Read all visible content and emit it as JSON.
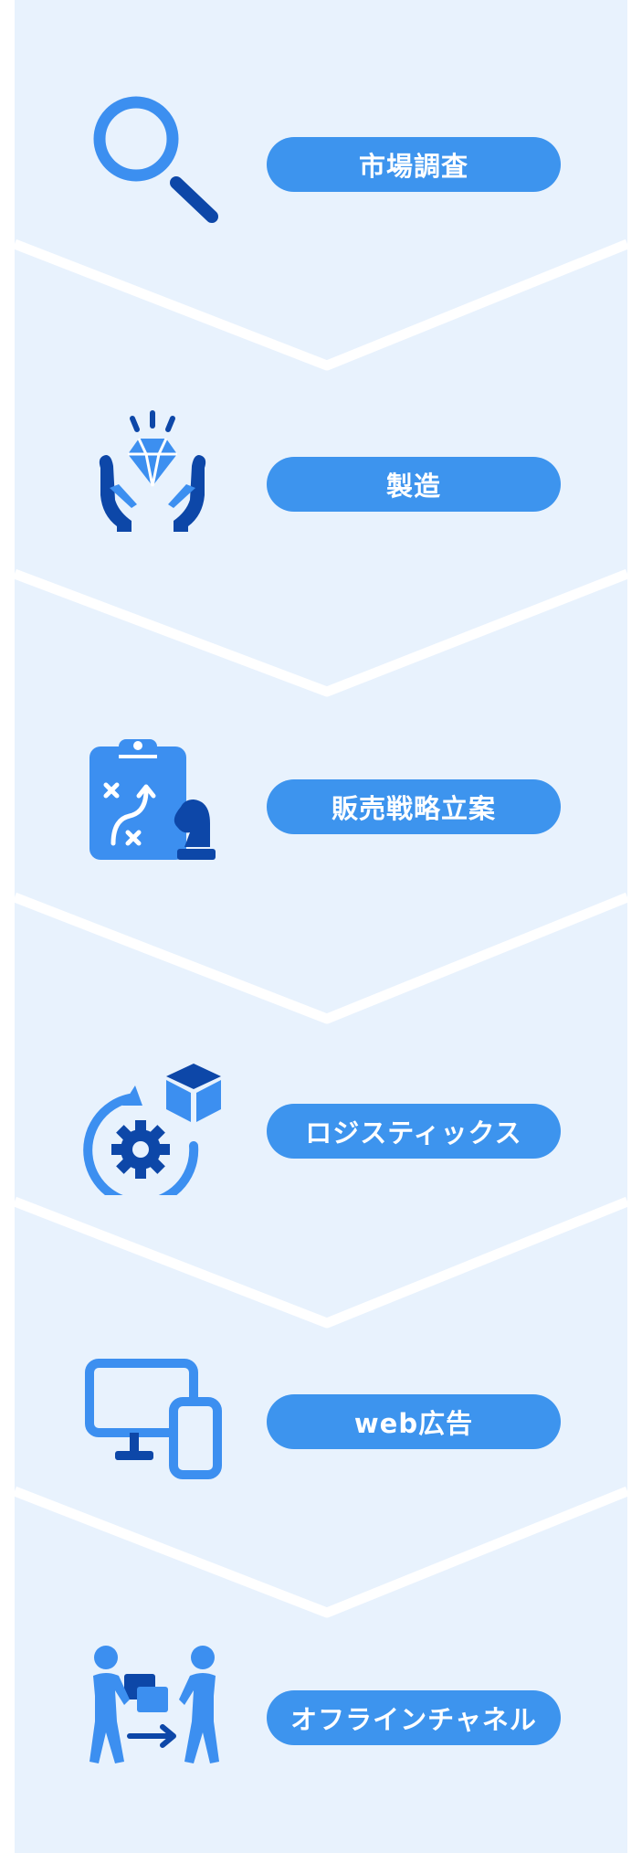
{
  "steps": [
    {
      "label": "市場調査",
      "icon": "magnifier-icon"
    },
    {
      "label": "製造",
      "icon": "diamond-hands-icon"
    },
    {
      "label": "販売戦略立案",
      "icon": "strategy-clipboard-icon"
    },
    {
      "label": "ロジスティックス",
      "icon": "logistics-gear-box-icon"
    },
    {
      "label": "web広告",
      "icon": "monitor-devices-icon"
    },
    {
      "label": "オフラインチャネル",
      "icon": "handover-people-icon"
    }
  ],
  "colors": {
    "background": "#e8f2fd",
    "pill": "#3d94ee",
    "icon_light": "#3c8ff0",
    "icon_dark": "#0d47a8",
    "separator": "#ffffff"
  }
}
